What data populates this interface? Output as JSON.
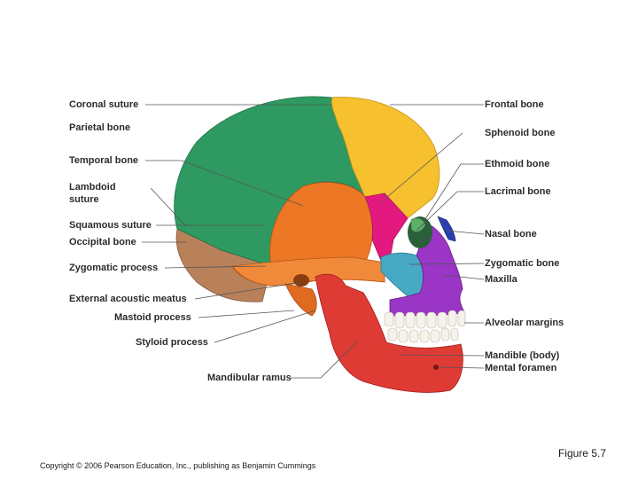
{
  "figure": {
    "caption": "Figure 5.7",
    "copyright": "Copyright © 2006 Pearson Education, Inc., publishing as Benjamin Cummings"
  },
  "labels_left": {
    "coronal_suture": "Coronal suture",
    "parietal_bone": "Parietal bone",
    "temporal_bone": "Temporal bone",
    "lambdoid_suture_line1": "Lambdoid",
    "lambdoid_suture_line2": "suture",
    "squamous_suture": "Squamous suture",
    "occipital_bone": "Occipital bone",
    "zygomatic_process": "Zygomatic process",
    "external_acoustic_meatus": "External acoustic meatus",
    "mastoid_process": "Mastoid process",
    "styloid_process": "Styloid process",
    "mandibular_ramus": "Mandibular ramus"
  },
  "labels_right": {
    "frontal_bone": "Frontal bone",
    "sphenoid_bone": "Sphenoid bone",
    "ethmoid_bone": "Ethmoid bone",
    "lacrimal_bone": "Lacrimal bone",
    "nasal_bone": "Nasal bone",
    "zygomatic_bone": "Zygomatic bone",
    "maxilla": "Maxilla",
    "alveolar_margins": "Alveolar margins",
    "mandible_body": "Mandible (body)",
    "mental_foramen": "Mental foramen"
  },
  "colors": {
    "parietal": "#2e9a62",
    "frontal": "#f6c02e",
    "temporal": "#ec7724",
    "occipital": "#b9815a",
    "sphenoid": "#e3197f",
    "zygomatic": "#47a9c4",
    "maxilla": "#9a35c6",
    "mandible": "#de3b35",
    "nasal": "#2c3fae",
    "ethmoid": "#5bb06a",
    "teeth": "#f4f2ea"
  }
}
